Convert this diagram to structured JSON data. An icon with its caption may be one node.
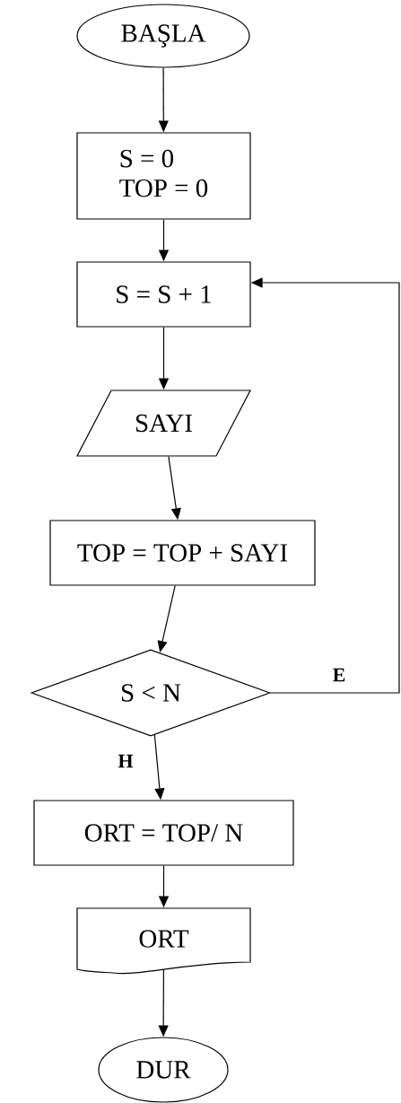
{
  "diagram": {
    "nodes": [
      {
        "text": [
          "BAŞLA"
        ]
      },
      {
        "text": [
          "S = 0",
          "TOP = 0"
        ]
      },
      {
        "text": [
          "S =  S + 1"
        ]
      },
      {
        "text": [
          "SAYI"
        ]
      },
      {
        "text": [
          "TOP = TOP + SAYI"
        ]
      },
      {
        "text": [
          "S < N"
        ]
      },
      {
        "text": [
          "ORT = TOP/ N"
        ]
      },
      {
        "text": [
          "ORT"
        ]
      },
      {
        "text": [
          "DUR"
        ]
      }
    ],
    "edges": [
      {
        "from": 0,
        "to": 1,
        "arrow": "to"
      },
      {
        "from": 1,
        "to": 2,
        "arrow": "to"
      },
      {
        "from": 2,
        "to": 3,
        "arrow": "to"
      },
      {
        "from": 3,
        "to": 4,
        "arrow": "to"
      },
      {
        "from": 4,
        "to": 5,
        "arrow": "to"
      },
      {
        "from": 5,
        "to": 6,
        "arrow": "to",
        "label": "H"
      },
      {
        "from": 5,
        "to": 2,
        "arrow": "to",
        "label": "E"
      },
      {
        "from": 6,
        "to": 7,
        "arrow": "to"
      },
      {
        "from": 7,
        "to": 8,
        "arrow": "to"
      }
    ]
  }
}
